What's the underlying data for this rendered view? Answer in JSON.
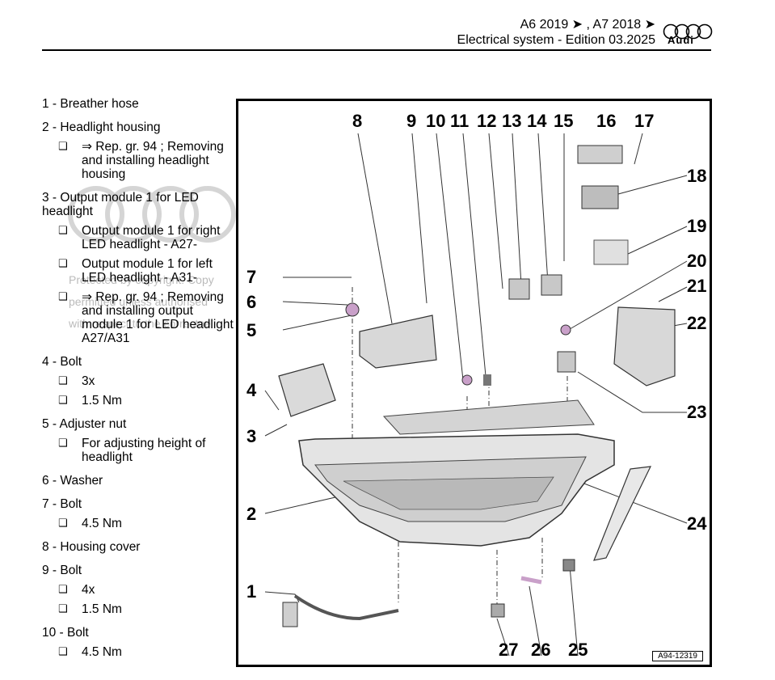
{
  "header": {
    "model": "A6 2019 ➤ , A7 2018 ➤",
    "subtitle": "Electrical system - Edition 03.2025",
    "brand": "Audi"
  },
  "watermark_lines": [
    "Protected by copyright. Copy",
    "permitted unless authorised",
    "with respect to the correctne"
  ],
  "toc": [
    {
      "title": "1 - Breather hose",
      "subs": []
    },
    {
      "title": "2 - Headlight housing",
      "subs": [
        "⇒ Rep. gr. 94 ; Removing and installing headlight housing"
      ]
    },
    {
      "title": "3 - Output module 1 for LED headlight",
      "subs": [
        "Output module 1 for right LED headlight - A27-",
        "Output module 1 for left LED headlight - A31-",
        "⇒ Rep. gr. 94 ; Removing and installing output module 1 for LED headlight A27/A31"
      ]
    },
    {
      "title": "4 - Bolt",
      "subs": [
        "3x",
        "1.5 Nm"
      ]
    },
    {
      "title": "5 - Adjuster nut",
      "subs": [
        "For adjusting height of headlight"
      ]
    },
    {
      "title": "6 - Washer",
      "subs": []
    },
    {
      "title": "7 - Bolt",
      "subs": [
        "4.5 Nm"
      ]
    },
    {
      "title": "8 - Housing cover",
      "subs": []
    },
    {
      "title": "9 - Bolt",
      "subs": [
        "4x",
        "1.5 Nm"
      ]
    },
    {
      "title": "10 - Bolt",
      "subs": [
        "4.5 Nm"
      ]
    }
  ],
  "checkbox_glyph": "❑",
  "figure": {
    "code": "A94-12319",
    "callouts": [
      "1",
      "2",
      "3",
      "4",
      "5",
      "6",
      "7",
      "8",
      "9",
      "10",
      "11",
      "12",
      "13",
      "14",
      "15",
      "16",
      "17",
      "18",
      "19",
      "20",
      "21",
      "22",
      "23",
      "24",
      "25",
      "26",
      "27"
    ]
  }
}
